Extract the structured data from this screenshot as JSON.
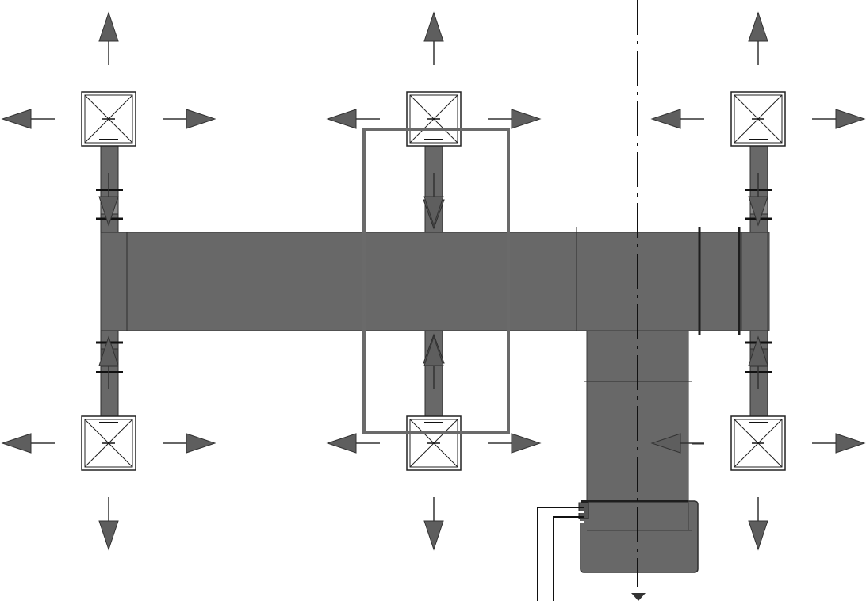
{
  "diagram": {
    "view": "plan",
    "background_color": "#ffffff",
    "duct_color": "#686868",
    "duct_edge_color": "#3a3a3a",
    "arrow_color": "#5e5e5e",
    "selection_color": "#6a6a6a",
    "diffuser_symbol": "square-with-x",
    "diffuser_count": 6,
    "arrows_per_diffuser": 4,
    "centerline_style": "dash-dot",
    "has_selection_box": true,
    "has_equipment_unit": true
  }
}
